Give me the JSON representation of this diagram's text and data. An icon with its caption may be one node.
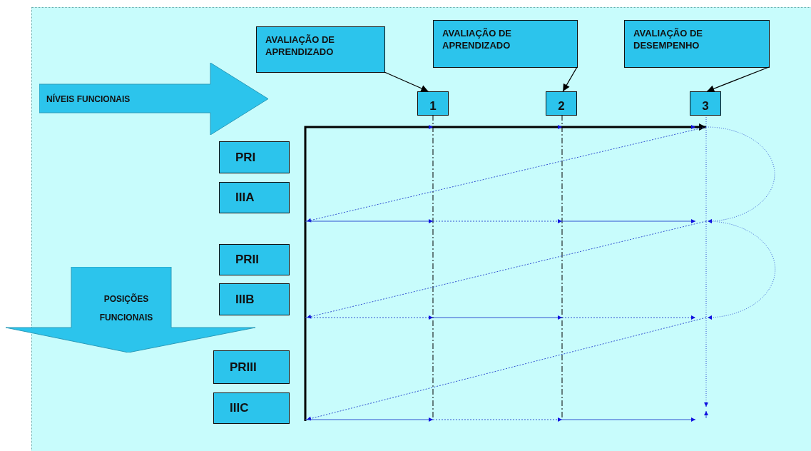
{
  "diagram": {
    "nodes": [
      {
        "text": [
          "AVALIAÇÃO DE APRENDIZADO"
        ]
      },
      {
        "text": [
          "AVALIAÇÃO DE APRENDIZADO"
        ]
      },
      {
        "text": [
          "AVALIAÇÃO DE DESEMPENHO"
        ]
      },
      {
        "text": [
          "NÍVEIS FUNCIONAIS"
        ]
      },
      {
        "text": [
          "1"
        ]
      },
      {
        "text": [
          "2"
        ]
      },
      {
        "text": [
          "3"
        ]
      },
      {
        "text": [
          "PRI"
        ]
      },
      {
        "text": [
          "IIIA"
        ]
      },
      {
        "text": [
          "PRII"
        ]
      },
      {
        "text": [
          "POSIÇÕES FUNCIONAIS"
        ]
      },
      {
        "text": [
          "IIIB"
        ]
      },
      {
        "text": [
          "PRIII"
        ]
      },
      {
        "text": [
          "IIIC"
        ]
      }
    ],
    "edges": [
      {
        "from": 0,
        "to": 4,
        "arrow": "to"
      },
      {
        "from": 1,
        "to": 5,
        "arrow": "to"
      },
      {
        "from": 2,
        "to": 6,
        "arrow": "to"
      }
    ]
  }
}
